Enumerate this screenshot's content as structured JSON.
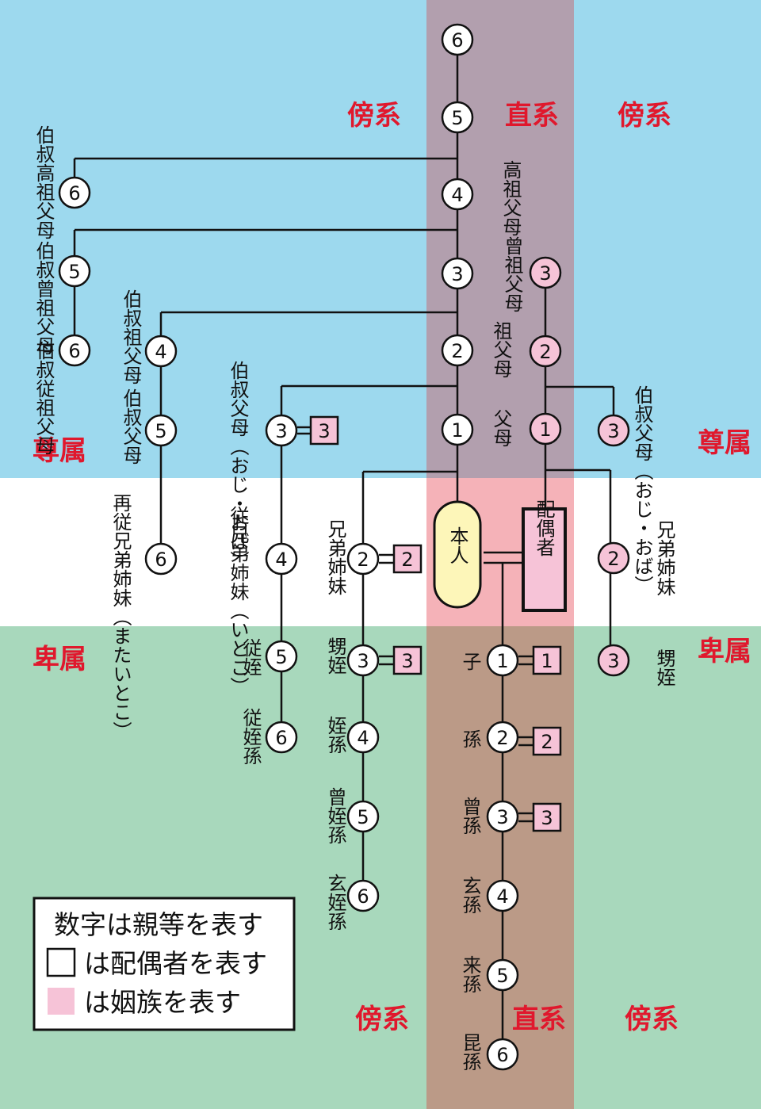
{
  "regions": {
    "colors": {
      "ascendant_bg": "#9dd9ee",
      "self_bg": "#ffffff",
      "descendant_bg": "#a8d8bc",
      "lineal_upper": "#b29fae",
      "lineal_self": "#f5b2b8",
      "lineal_lower": "#bb9a87",
      "in_law_fill": "#f6c3d7",
      "self_fill": "#fdf6b9",
      "accent_text": "#e0182d"
    }
  },
  "labels": {
    "collateral_left_top": "傍系",
    "lineal_top": "直系",
    "collateral_right_top": "傍系",
    "ascendant_left": "尊属",
    "ascendant_right": "尊属",
    "descendant_left": "卑属",
    "descendant_right": "卑属",
    "collateral_left_bottom": "傍系",
    "lineal_bottom": "直系",
    "collateral_right_bottom": "傍系"
  },
  "nodes": {
    "lineal_6": "6",
    "lineal_5": "5",
    "lineal_4": "4",
    "lineal_3": "3",
    "lineal_2": "2",
    "lineal_1": "1",
    "great_great_granduncle_6": "6",
    "great_granduncle_5": "5",
    "second_cousin_of_parent_6": "6",
    "granduncle_4": "4",
    "first_cousin_of_parent_5": "5",
    "second_cousin_6": "6",
    "uncle_3": "3",
    "uncle_spouse_3": "3",
    "cousin_4": "4",
    "cousin_child_5": "5",
    "cousin_grandchild_6": "6",
    "sibling_2": "2",
    "sibling_spouse_2": "2",
    "nephew_3": "3",
    "nephew_spouse_3": "3",
    "grandnephew_4": "4",
    "great_grandnephew_5": "5",
    "great_great_grandnephew_6": "6",
    "self": "本人",
    "spouse": "配偶者",
    "child_1": "1",
    "child_spouse_1": "1",
    "grandchild_2": "2",
    "grandchild_spouse_2": "2",
    "great_grandchild_3": "3",
    "great_grandchild_spouse_3": "3",
    "gg_grandchild_4": "4",
    "ggg_grandchild_5": "5",
    "gggg_grandchild_6": "6",
    "spouse_great_grandparent_3": "3",
    "spouse_grandparent_2": "2",
    "spouse_parent_1": "1",
    "spouse_uncle_3": "3",
    "spouse_sibling_2": "2",
    "spouse_nephew_3": "3"
  },
  "kin_labels": {
    "koso_fubo": "高祖父母",
    "sou_sofubo": "曾祖父母",
    "sofubo": "祖父母",
    "fubo": "父母",
    "koso_hakushuku": "伯叔高祖父母",
    "sou_hakushuku": "伯叔曾祖父母",
    "ju_hakushuku_sofubo": "伯叔従祖父母",
    "hakushuku_sofubo": "伯叔祖父母",
    "ju_hakushuku_fubo": "伯叔父母",
    "hakushuku_fubo_kana": "伯叔父母（おじ・おば）",
    "saiju_kyodai": "再従兄弟姉妹（またいとこ）",
    "ju_kyodai": "従兄弟姉妹（いとこ）",
    "kyodai": "兄弟姉妹",
    "oimei": "甥姪",
    "jutetsu": "従姪",
    "jutetsuson": "従姪孫",
    "tetsuson": "姪孫",
    "sou_tetsuson": "曾姪孫",
    "gen_tetsuson": "玄姪孫",
    "ko": "子",
    "mago": "孫",
    "himago": "曾孫",
    "genson": "玄孫",
    "raison": "来孫",
    "konson": "昆孫",
    "spouse_hakushuku": "伯叔父母（おじ・おば）",
    "spouse_kyodai": "兄弟姉妹",
    "spouse_oimei": "甥姪"
  },
  "legend": {
    "line1": "数字は親等を表す",
    "line2": "は配偶者を表す",
    "line3": "は姻族を表す"
  }
}
